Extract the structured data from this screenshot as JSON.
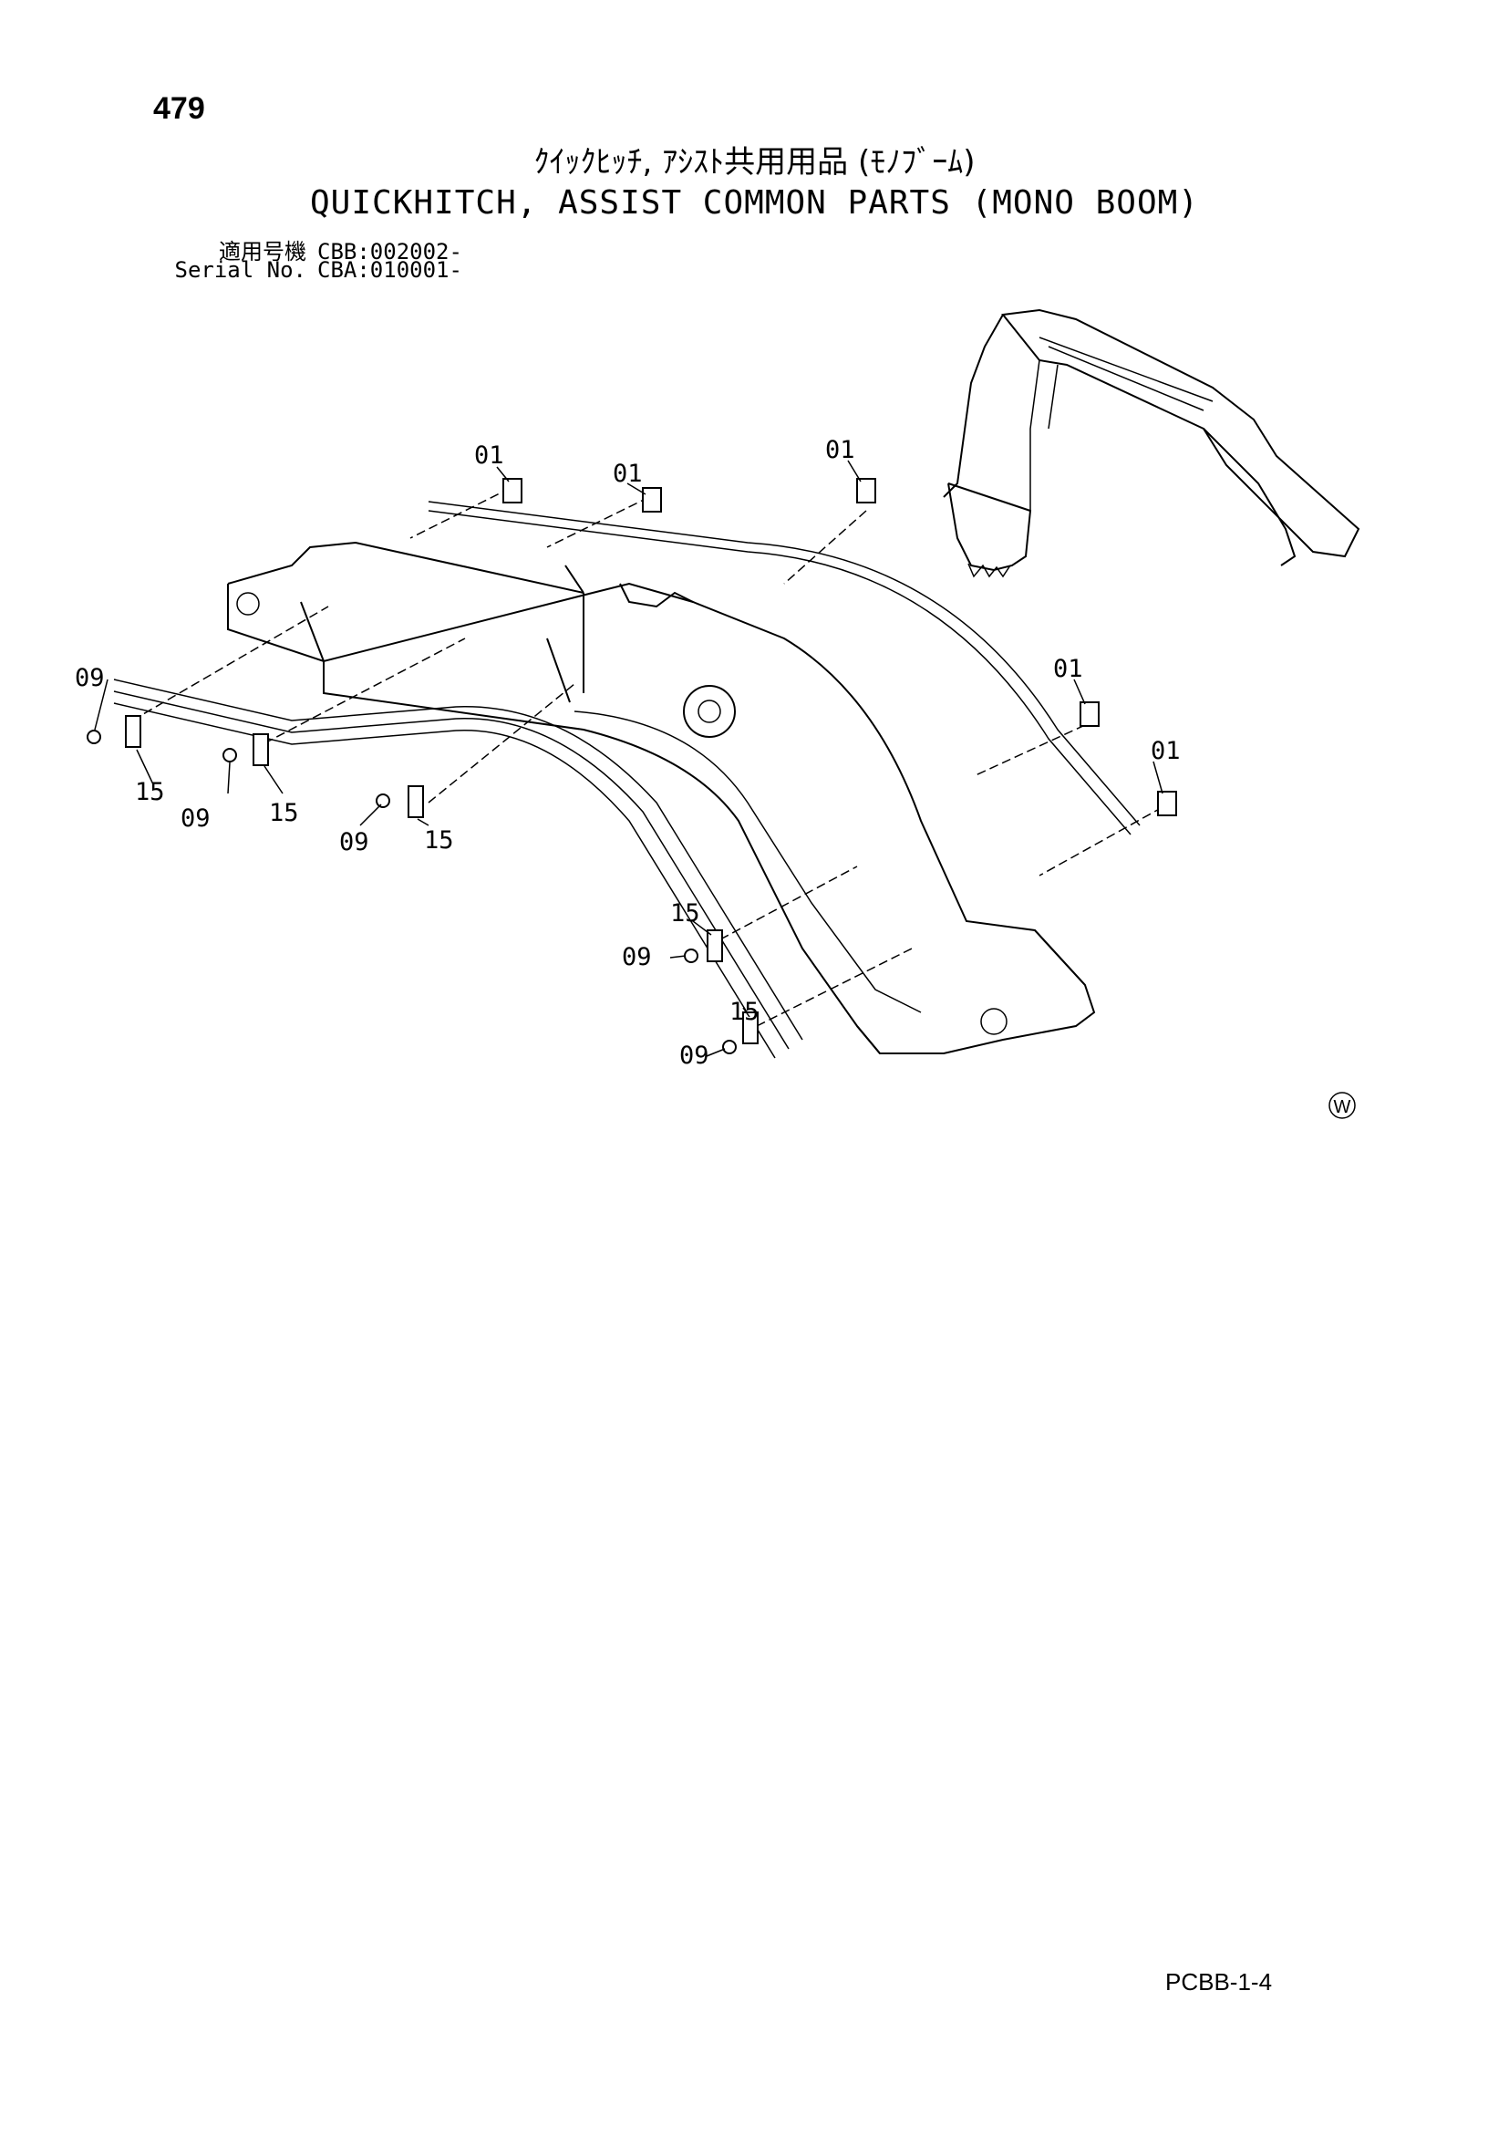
{
  "header": {
    "page_number": "479",
    "title_jp": "ｸｲｯｸﾋｯﾁ, ｱｼｽﾄ共用用品 (ﾓﾉﾌﾞｰﾑ)",
    "title_en": "QUICKHITCH, ASSIST COMMON PARTS (MONO BOOM)",
    "serial": [
      {
        "label": "適用号機",
        "value": "CBB:002002-"
      },
      {
        "label": "Serial No.",
        "value": "CBA:010001-"
      }
    ]
  },
  "callouts": {
    "c01": "01",
    "c09": "09",
    "c15": "15"
  },
  "mark": "W",
  "footer": {
    "page_code": "PCBB-1-4"
  }
}
